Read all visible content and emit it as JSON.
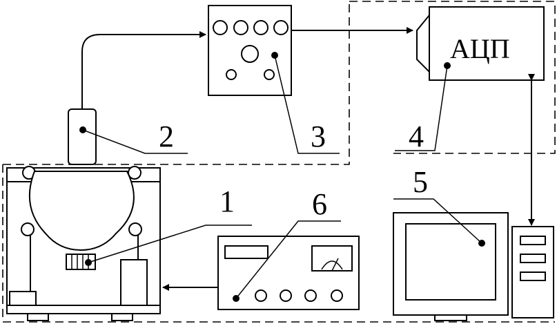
{
  "adc_label": "АЦП",
  "callouts": {
    "n1": "1",
    "n2": "2",
    "n3": "3",
    "n4": "4",
    "n5": "5",
    "n6": "6"
  }
}
